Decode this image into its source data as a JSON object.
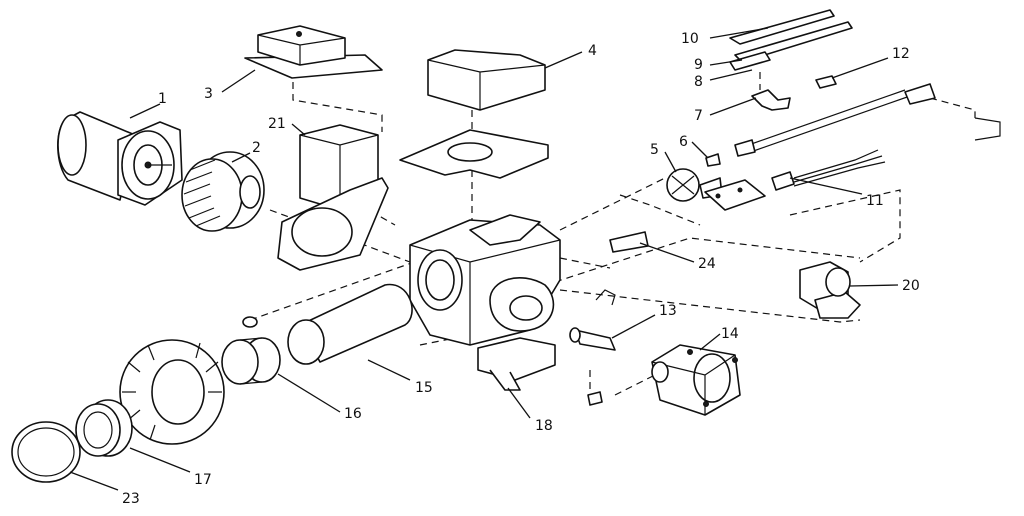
{
  "callouts": {
    "c1": "1",
    "c2": "2",
    "c3": "3",
    "c4": "4",
    "c5": "5",
    "c6": "6",
    "c7": "7",
    "c8": "8",
    "c9": "9",
    "c10": "10",
    "c11": "11",
    "c12": "12",
    "c13": "13",
    "c14": "14",
    "c15": "15",
    "c16": "16",
    "c17": "17",
    "c18": "18",
    "c20": "20",
    "c21": "21",
    "c23": "23",
    "c24": "24"
  }
}
